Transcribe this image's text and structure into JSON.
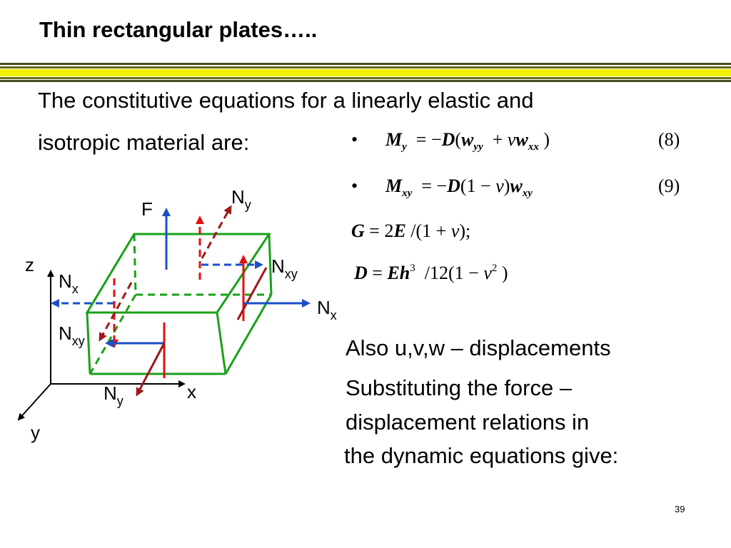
{
  "slide": {
    "title": "Thin rectangular plates…..",
    "intro_line1": "The constitutive equations for a linearly elastic and",
    "intro_line2": "isotropic material are:",
    "page_number": "39"
  },
  "equations": {
    "bullet": "•",
    "eq8_label": "(8)",
    "eq9_label": "(9)"
  },
  "text_block": {
    "line1": "Also u,v,w – displacements",
    "line2": "Substituting the force –",
    "line3": "displacement relations in",
    "line4": "the dynamic equations give:"
  },
  "diagram": {
    "labels": {
      "F": "F",
      "z": "z",
      "x": "x",
      "y": "y",
      "N": "N",
      "sub_x": "x",
      "sub_y": "y",
      "sub_xy": "xy"
    },
    "colors": {
      "plate": "#1aa01a",
      "blue_arrow": "#1a4fc8",
      "red_arrow": "#e01010",
      "dark_red_arrow": "#a01818",
      "axis": "#000000"
    }
  },
  "colors": {
    "rule_yellow": "#f0f000",
    "rule_dark": "#4a4a20"
  }
}
